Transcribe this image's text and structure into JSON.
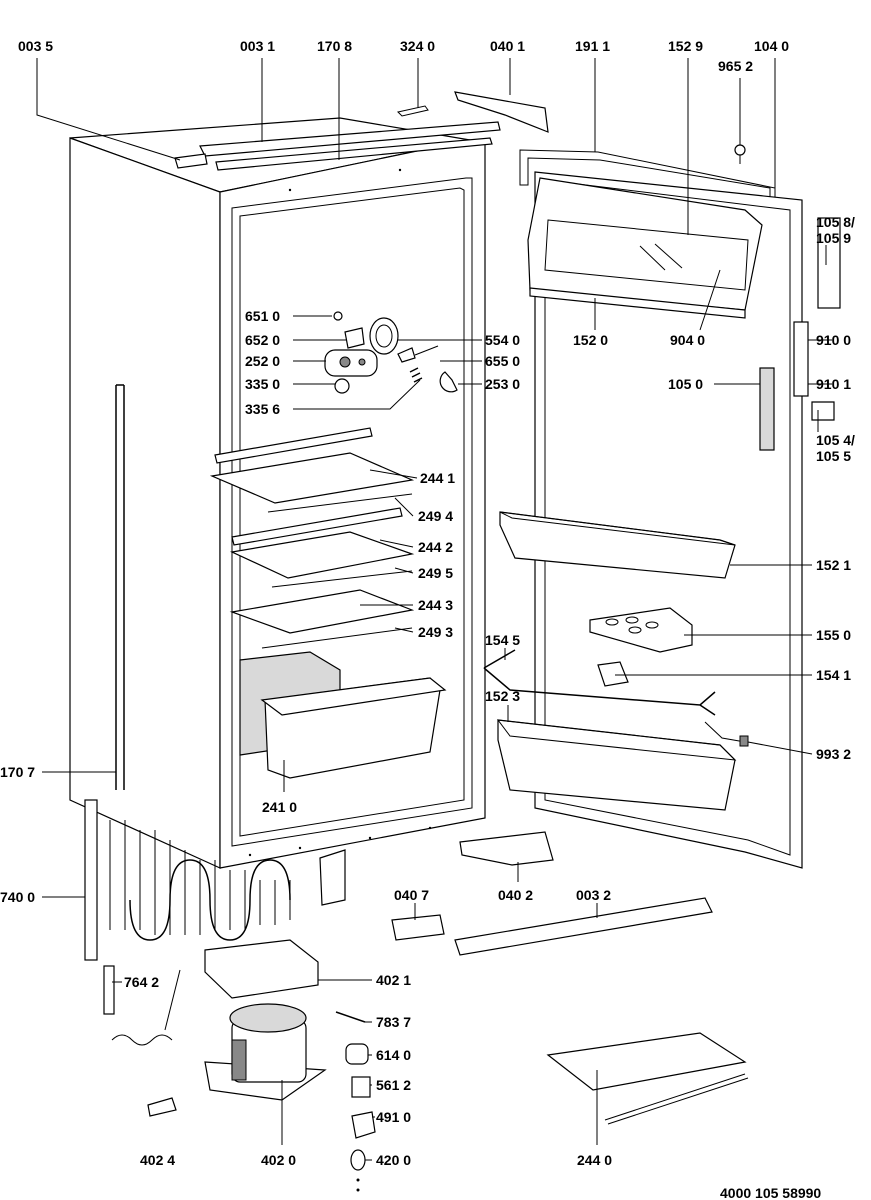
{
  "diagram": {
    "footer_code": "4000 105 58990",
    "labels": [
      {
        "id": "0035",
        "text": "003 5"
      },
      {
        "id": "0031",
        "text": "003 1"
      },
      {
        "id": "1708",
        "text": "170 8"
      },
      {
        "id": "3240",
        "text": "324 0"
      },
      {
        "id": "0401",
        "text": "040 1"
      },
      {
        "id": "1911",
        "text": "191 1"
      },
      {
        "id": "1529",
        "text": "152 9"
      },
      {
        "id": "1040",
        "text": "104 0"
      },
      {
        "id": "9652",
        "text": "965 2"
      },
      {
        "id": "1058",
        "text": "105 8/"
      },
      {
        "id": "1059",
        "text": "105 9"
      },
      {
        "id": "6510",
        "text": "651 0"
      },
      {
        "id": "6520",
        "text": "652 0"
      },
      {
        "id": "2520",
        "text": "252 0"
      },
      {
        "id": "3350",
        "text": "335 0"
      },
      {
        "id": "3356",
        "text": "335 6"
      },
      {
        "id": "5540",
        "text": "554 0"
      },
      {
        "id": "6550",
        "text": "655 0"
      },
      {
        "id": "2530",
        "text": "253 0"
      },
      {
        "id": "1520",
        "text": "152 0"
      },
      {
        "id": "9040",
        "text": "904 0"
      },
      {
        "id": "9100",
        "text": "910 0"
      },
      {
        "id": "9101",
        "text": "910 1"
      },
      {
        "id": "1050",
        "text": "105 0"
      },
      {
        "id": "1054",
        "text": "105 4/"
      },
      {
        "id": "1055",
        "text": "105 5"
      },
      {
        "id": "2441",
        "text": "244 1"
      },
      {
        "id": "2494",
        "text": "249 4"
      },
      {
        "id": "2442",
        "text": "244 2"
      },
      {
        "id": "2495",
        "text": "249 5"
      },
      {
        "id": "2443",
        "text": "244 3"
      },
      {
        "id": "2493",
        "text": "249 3"
      },
      {
        "id": "1521",
        "text": "152 1"
      },
      {
        "id": "1545",
        "text": "154 5"
      },
      {
        "id": "1550",
        "text": "155 0"
      },
      {
        "id": "1541",
        "text": "154 1"
      },
      {
        "id": "1523",
        "text": "152 3"
      },
      {
        "id": "9932",
        "text": "993 2"
      },
      {
        "id": "1707",
        "text": "170 7"
      },
      {
        "id": "2410",
        "text": "241 0"
      },
      {
        "id": "7400",
        "text": "740 0"
      },
      {
        "id": "0407",
        "text": "040 7"
      },
      {
        "id": "0402",
        "text": "040 2"
      },
      {
        "id": "0032",
        "text": "003 2"
      },
      {
        "id": "7642",
        "text": "764 2"
      },
      {
        "id": "4021",
        "text": "402 1"
      },
      {
        "id": "7837",
        "text": "783 7"
      },
      {
        "id": "6140",
        "text": "614 0"
      },
      {
        "id": "5612",
        "text": "561 2"
      },
      {
        "id": "4910",
        "text": "491 0"
      },
      {
        "id": "4024",
        "text": "402 4"
      },
      {
        "id": "4020",
        "text": "402 0"
      },
      {
        "id": "4200",
        "text": "420 0"
      },
      {
        "id": "2440",
        "text": "244 0"
      }
    ]
  }
}
